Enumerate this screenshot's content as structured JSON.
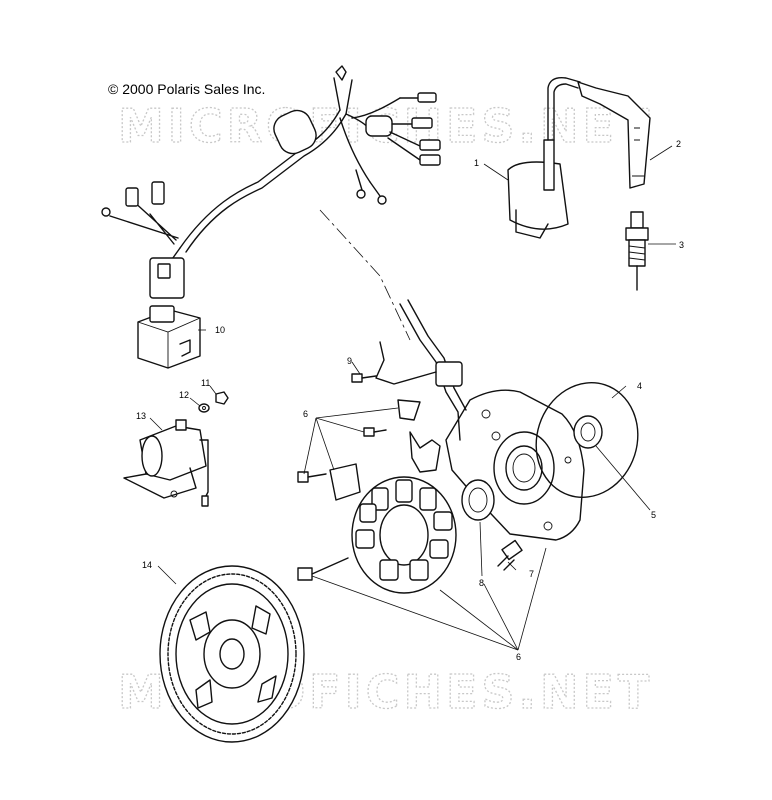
{
  "copyright": "© 2000 Polaris Sales Inc.",
  "watermark": "MICROFICHES.NET",
  "callouts": {
    "c1": "1",
    "c2": "2",
    "c3": "3",
    "c4": "4",
    "c5": "5",
    "c6a": "6",
    "c6b": "6",
    "c7": "7",
    "c8": "8",
    "c9": "9",
    "c10": "10",
    "c11": "11",
    "c12": "12",
    "c13": "13",
    "c14": "14"
  }
}
